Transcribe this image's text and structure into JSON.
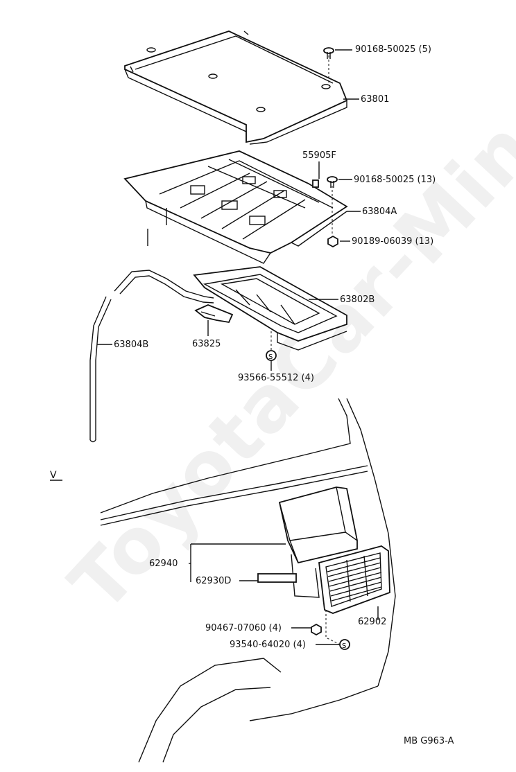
{
  "diagram": {
    "watermark": "ToyotaCar-Mine.ru",
    "section_mark": "V",
    "figure_code": "MB G963-A",
    "parts": [
      {
        "key": "p1",
        "text": "90168-50025 (5)"
      },
      {
        "key": "p2",
        "text": "63801"
      },
      {
        "key": "p3",
        "text": "55905F"
      },
      {
        "key": "p4",
        "text": "90168-50025 (13)"
      },
      {
        "key": "p5",
        "text": "63804A"
      },
      {
        "key": "p6",
        "text": "90189-06039 (13)"
      },
      {
        "key": "p7",
        "text": "63802B"
      },
      {
        "key": "p8",
        "text": "63825"
      },
      {
        "key": "p9",
        "text": "63804B"
      },
      {
        "key": "p10",
        "text": "93566-55512 (4)"
      },
      {
        "key": "p11",
        "text": "62940"
      },
      {
        "key": "p12",
        "text": "62930D"
      },
      {
        "key": "p13",
        "text": "62902"
      },
      {
        "key": "p14",
        "text": "90467-07060 (4)"
      },
      {
        "key": "p15",
        "text": "93540-64020 (4)"
      }
    ]
  }
}
